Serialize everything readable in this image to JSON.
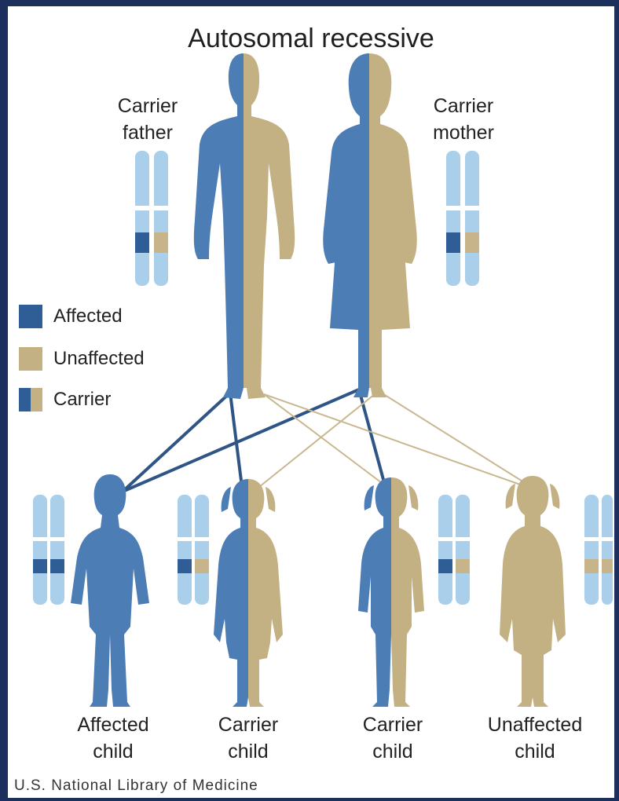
{
  "title": "Autosomal recessive",
  "parents": {
    "father": {
      "line1": "Carrier",
      "line2": "father"
    },
    "mother": {
      "line1": "Carrier",
      "line2": "mother"
    }
  },
  "legend": [
    {
      "label": "Affected"
    },
    {
      "label": "Unaffected"
    },
    {
      "label": "Carrier"
    }
  ],
  "children": [
    {
      "line1": "Affected",
      "line2": "child"
    },
    {
      "line1": "Carrier",
      "line2": "child"
    },
    {
      "line1": "Carrier",
      "line2": "child"
    },
    {
      "line1": "Unaffected",
      "line2": "child"
    }
  ],
  "credit": "U.S. National Library of Medicine",
  "colors": {
    "affected": "#4d7db5",
    "unaffected": "#c4b183",
    "chromosome": "#a9cfea",
    "affected_band": "#2f5d95",
    "unaffected_band": "#c7b48a"
  }
}
